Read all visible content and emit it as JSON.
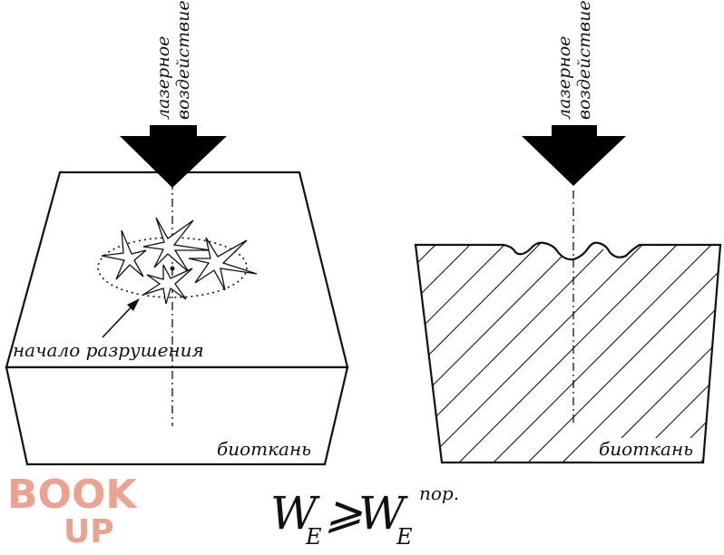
{
  "left_panel": {
    "arrow_label_line1": "лазерное",
    "arrow_label_line2": "воздействие",
    "destruction_label": "начало разрушения",
    "tissue_label": "биоткань"
  },
  "right_panel": {
    "arrow_label_line1": "лазерное",
    "arrow_label_line2": "воздействие",
    "tissue_label": "биоткань"
  },
  "formula": {
    "w_left": "W",
    "sub_left": "E",
    "relation": "⩾",
    "w_right": "W",
    "sub_right": "E",
    "sup_right": "пор."
  },
  "watermark": {
    "line1": "BOOK",
    "line2": "UP",
    "color": "#e8846b"
  },
  "colors": {
    "stroke": "#111111",
    "arrow_fill": "#000000"
  }
}
